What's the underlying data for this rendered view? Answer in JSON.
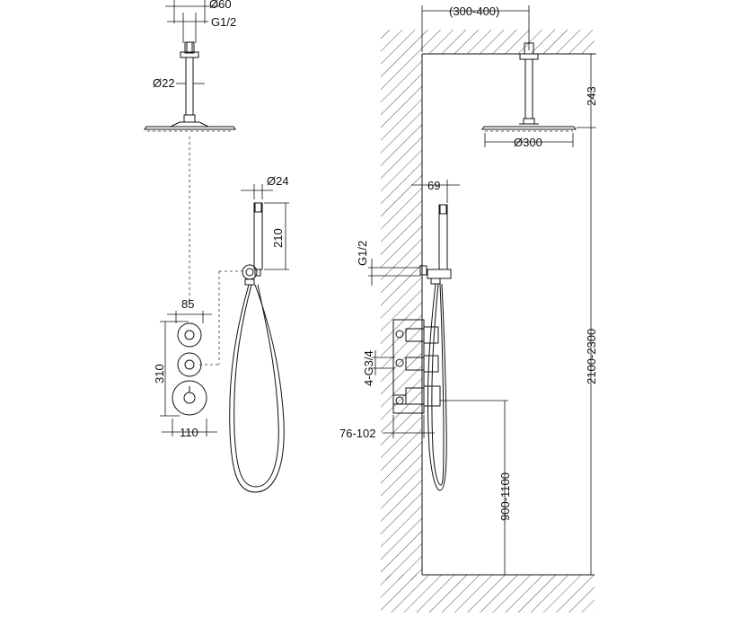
{
  "dimensions": {
    "head_arm_outer": "Ø60",
    "head_arm_thread": "G1/2",
    "head_arm_tube": "Ø22",
    "hand_shower_dia": "Ø24",
    "hand_shower_len": "210",
    "valve_center_spacing": "85",
    "valve_stack_height": "310",
    "valve_plate_width": "110",
    "arm_projection": "(300-400)",
    "head_drop": "243",
    "head_diameter": "Ø300",
    "outlet_offset": "69",
    "outlet_thread": "G1/2",
    "valve_inlets": "4-G3/4",
    "valve_depth": "76-102",
    "valve_height": "900-1100",
    "ceiling_height": "2100-2300"
  },
  "colors": {
    "line": "#111111",
    "hatch": "#222222",
    "background": "#ffffff"
  }
}
